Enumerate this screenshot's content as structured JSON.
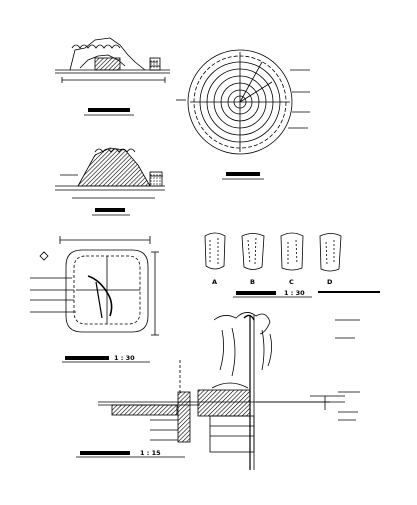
{
  "captions": {
    "plan_scale": "1 : 30",
    "stones_scale": "1 : 30",
    "section_scale": "1 : 15"
  },
  "stone_labels": [
    "A",
    "B",
    "C",
    "D"
  ],
  "colors": {
    "ink": "#000000",
    "paper": "#ffffff"
  }
}
